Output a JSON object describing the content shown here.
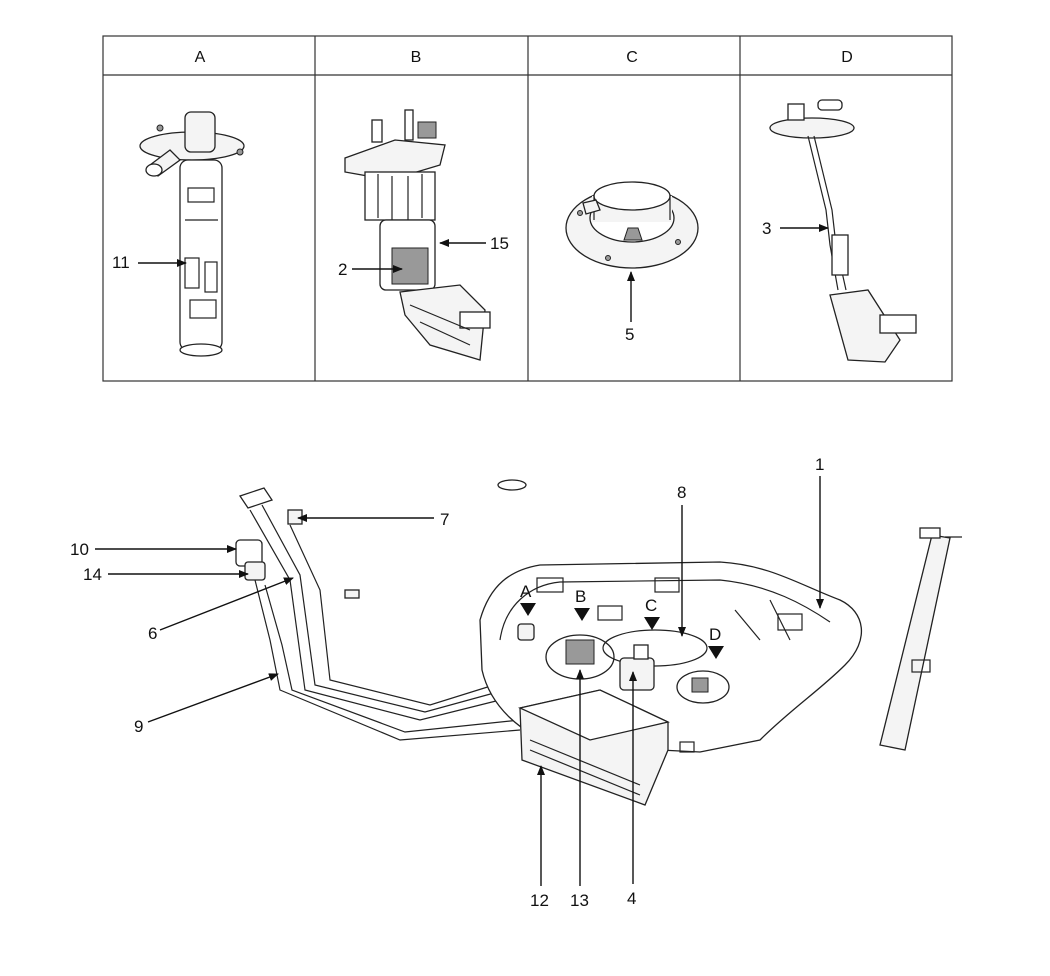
{
  "table": {
    "headers": [
      "A",
      "B",
      "C",
      "D"
    ]
  },
  "callouts": {
    "p1": "1",
    "p2": "2",
    "p3": "3",
    "p4": "4",
    "p5": "5",
    "p6": "6",
    "p7": "7",
    "p8": "8",
    "p9": "9",
    "p10": "10",
    "p11": "11",
    "p12": "12",
    "p13": "13",
    "p14": "14",
    "p15": "15"
  },
  "tank_markers": [
    "A",
    "B",
    "C",
    "D"
  ]
}
